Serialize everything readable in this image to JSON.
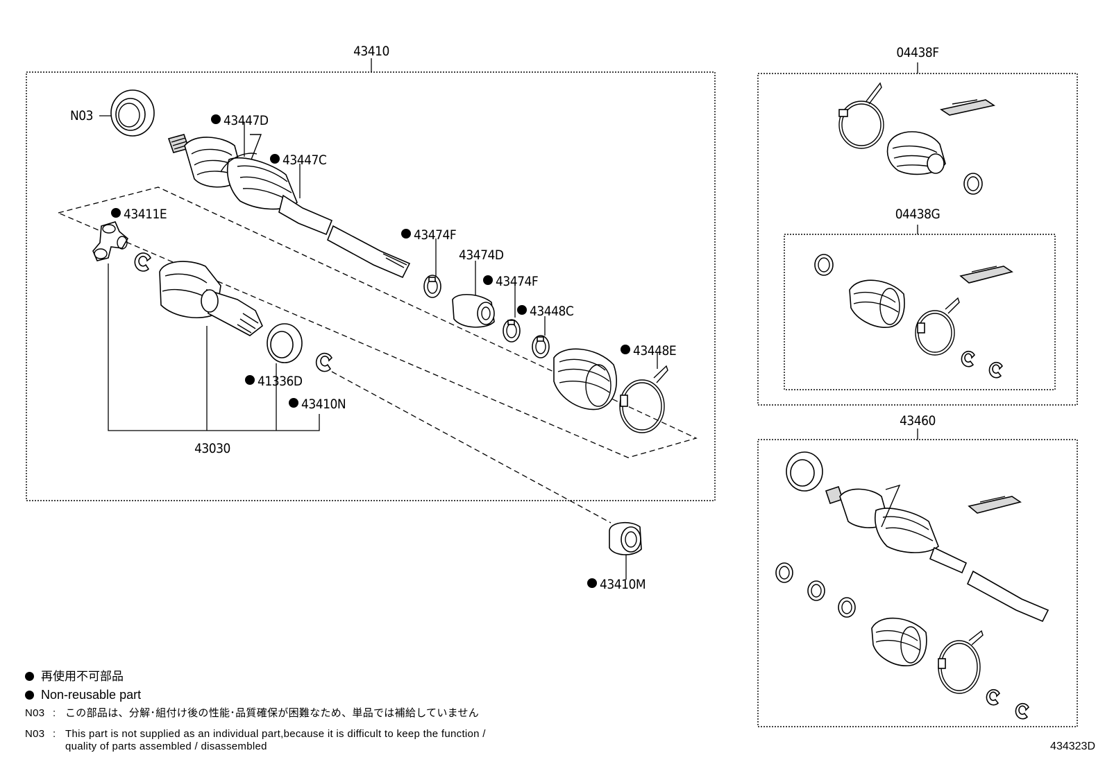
{
  "diagram": {
    "drawing_number": "434323D",
    "assemblies": [
      {
        "id": "43410",
        "label": "43410"
      },
      {
        "id": "04438F",
        "label": "04438F"
      },
      {
        "id": "04438G",
        "label": "04438G"
      },
      {
        "id": "43460",
        "label": "43460"
      }
    ],
    "part_labels": {
      "n03": "N03",
      "p43447D": "43447D",
      "p43447C": "43447C",
      "p43411E": "43411E",
      "p43474F_a": "43474F",
      "p43474D": "43474D",
      "p43474F_b": "43474F",
      "p43448C": "43448C",
      "p43448E": "43448E",
      "p41336D": "41336D",
      "p43410N": "43410N",
      "p43030": "43030",
      "p43410M": "43410M"
    }
  },
  "legend": {
    "non_reusable_jp": "再使用不可部品",
    "non_reusable_en": "Non-reusable part"
  },
  "notes": [
    {
      "code": "N03",
      "separator": ":",
      "text": "この部品は、分解･組付け後の性能･品質確保が困難なため、単品では補給していません"
    },
    {
      "code": "N03",
      "separator": ":",
      "text_line1": "This part is not supplied as an individual part,because it is difficult to keep the function /",
      "text_line2": "quality of parts assembled / disassembled"
    }
  ]
}
